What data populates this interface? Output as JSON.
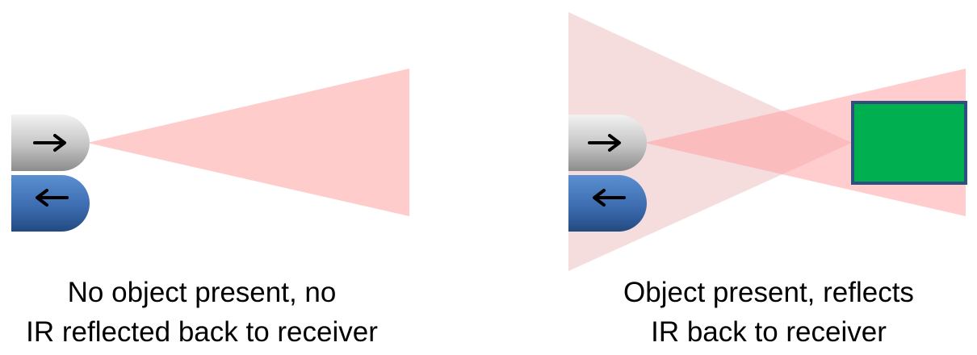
{
  "panels": {
    "left": {
      "caption_line1": "No object present, no",
      "caption_line2": "IR reflected back to receiver"
    },
    "right": {
      "caption_line1": "Object present, reflects",
      "caption_line2": "IR back to receiver"
    }
  },
  "colors": {
    "emitted_beam": "#ffcccc",
    "reflected_beam": "#f2d6d6",
    "emitter_body": "#a6a6a6",
    "receiver_body": "#3a6aad",
    "object_fill": "#00b050",
    "object_border": "#2f4f7f",
    "arrow": "#000000"
  },
  "icons": {
    "emitter_arrow": "arrow-right-icon",
    "receiver_arrow": "arrow-left-icon"
  }
}
